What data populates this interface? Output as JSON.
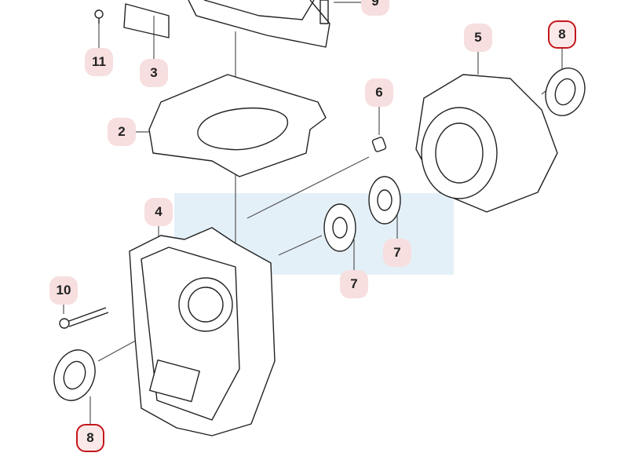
{
  "diagram": {
    "callouts": [
      {
        "label": "9",
        "highlighted": false
      },
      {
        "label": "11",
        "highlighted": false
      },
      {
        "label": "3",
        "highlighted": false
      },
      {
        "label": "2",
        "highlighted": false
      },
      {
        "label": "4",
        "highlighted": false
      },
      {
        "label": "10",
        "highlighted": false
      },
      {
        "label": "8",
        "highlighted": true
      },
      {
        "label": "5",
        "highlighted": false
      },
      {
        "label": "8",
        "highlighted": true
      },
      {
        "label": "6",
        "highlighted": false
      },
      {
        "label": "7",
        "highlighted": false
      },
      {
        "label": "7",
        "highlighted": false
      }
    ],
    "colors": {
      "callout_fill": "#f7dfdf",
      "highlight_border": "#c4161c",
      "watermark": "#e4f0f8",
      "line": "#222222"
    }
  }
}
